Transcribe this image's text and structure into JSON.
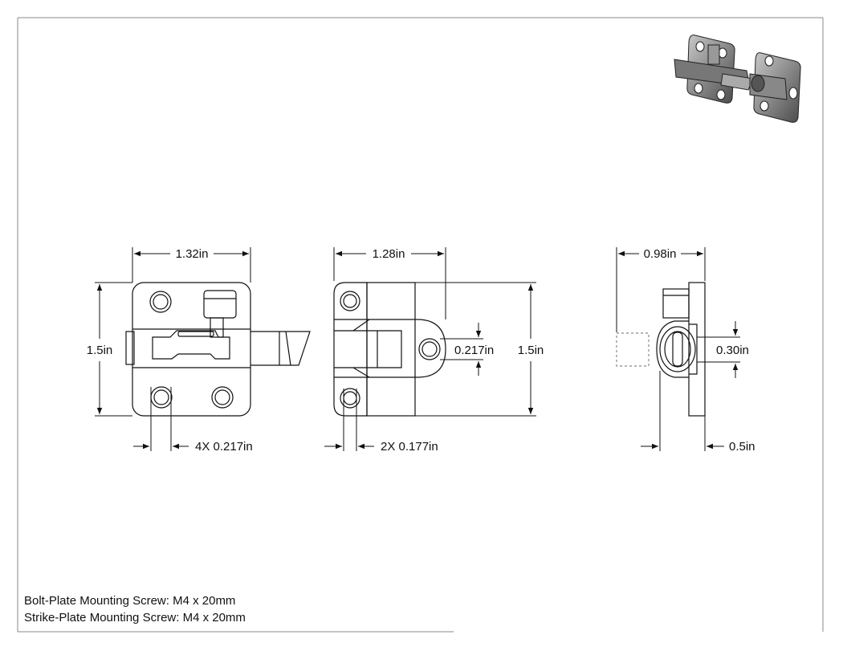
{
  "dimensions": {
    "front_width": "1.32in",
    "front_height": "1.5in",
    "front_holes": "4X 0.217in",
    "side_width": "1.28in",
    "side_hole": "0.217in",
    "side_height": "1.5in",
    "side_holes": "2X 0.177in",
    "end_width": "0.98in",
    "end_gap": "0.30in",
    "end_depth": "0.5in"
  },
  "notes": {
    "bolt_plate": "Bolt-Plate Mounting Screw: M4 x 20mm",
    "strike_plate": "Strike-Plate Mounting Screw: M4 x 20mm"
  }
}
